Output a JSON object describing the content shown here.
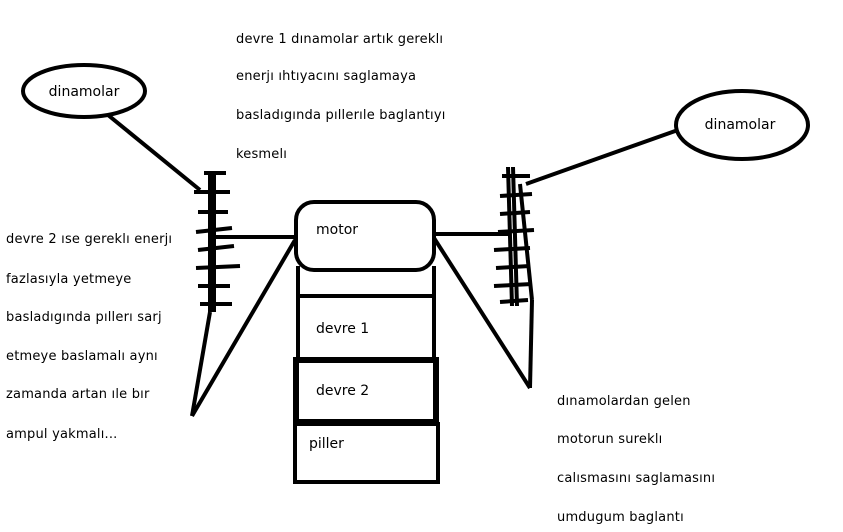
{
  "top_note": [
    "devre 1 dınamolar artık gereklı",
    "enerjı ıhtıyacını saglamaya",
    "basladıgında pıllerıle baglantıyı",
    "kesmelı"
  ],
  "left_note": [
    "devre 2 ıse gereklı enerjı",
    "fazlasıyla yetmeye",
    "basladıgında pıllerı sarj",
    "etmeye baslamalı aynı",
    "zamanda artan ıle bır",
    "ampul yakmalı..."
  ],
  "right_note": [
    "dınamolardan gelen",
    "motorun sureklı",
    "calısmasını saglamasını",
    "umdugum baglantı"
  ],
  "labels": {
    "dynamo_left": "dinamolar",
    "dynamo_right": "dinamolar",
    "motor": "motor",
    "devre1": "devre 1",
    "devre2": "devre 2",
    "piller": "piller"
  }
}
